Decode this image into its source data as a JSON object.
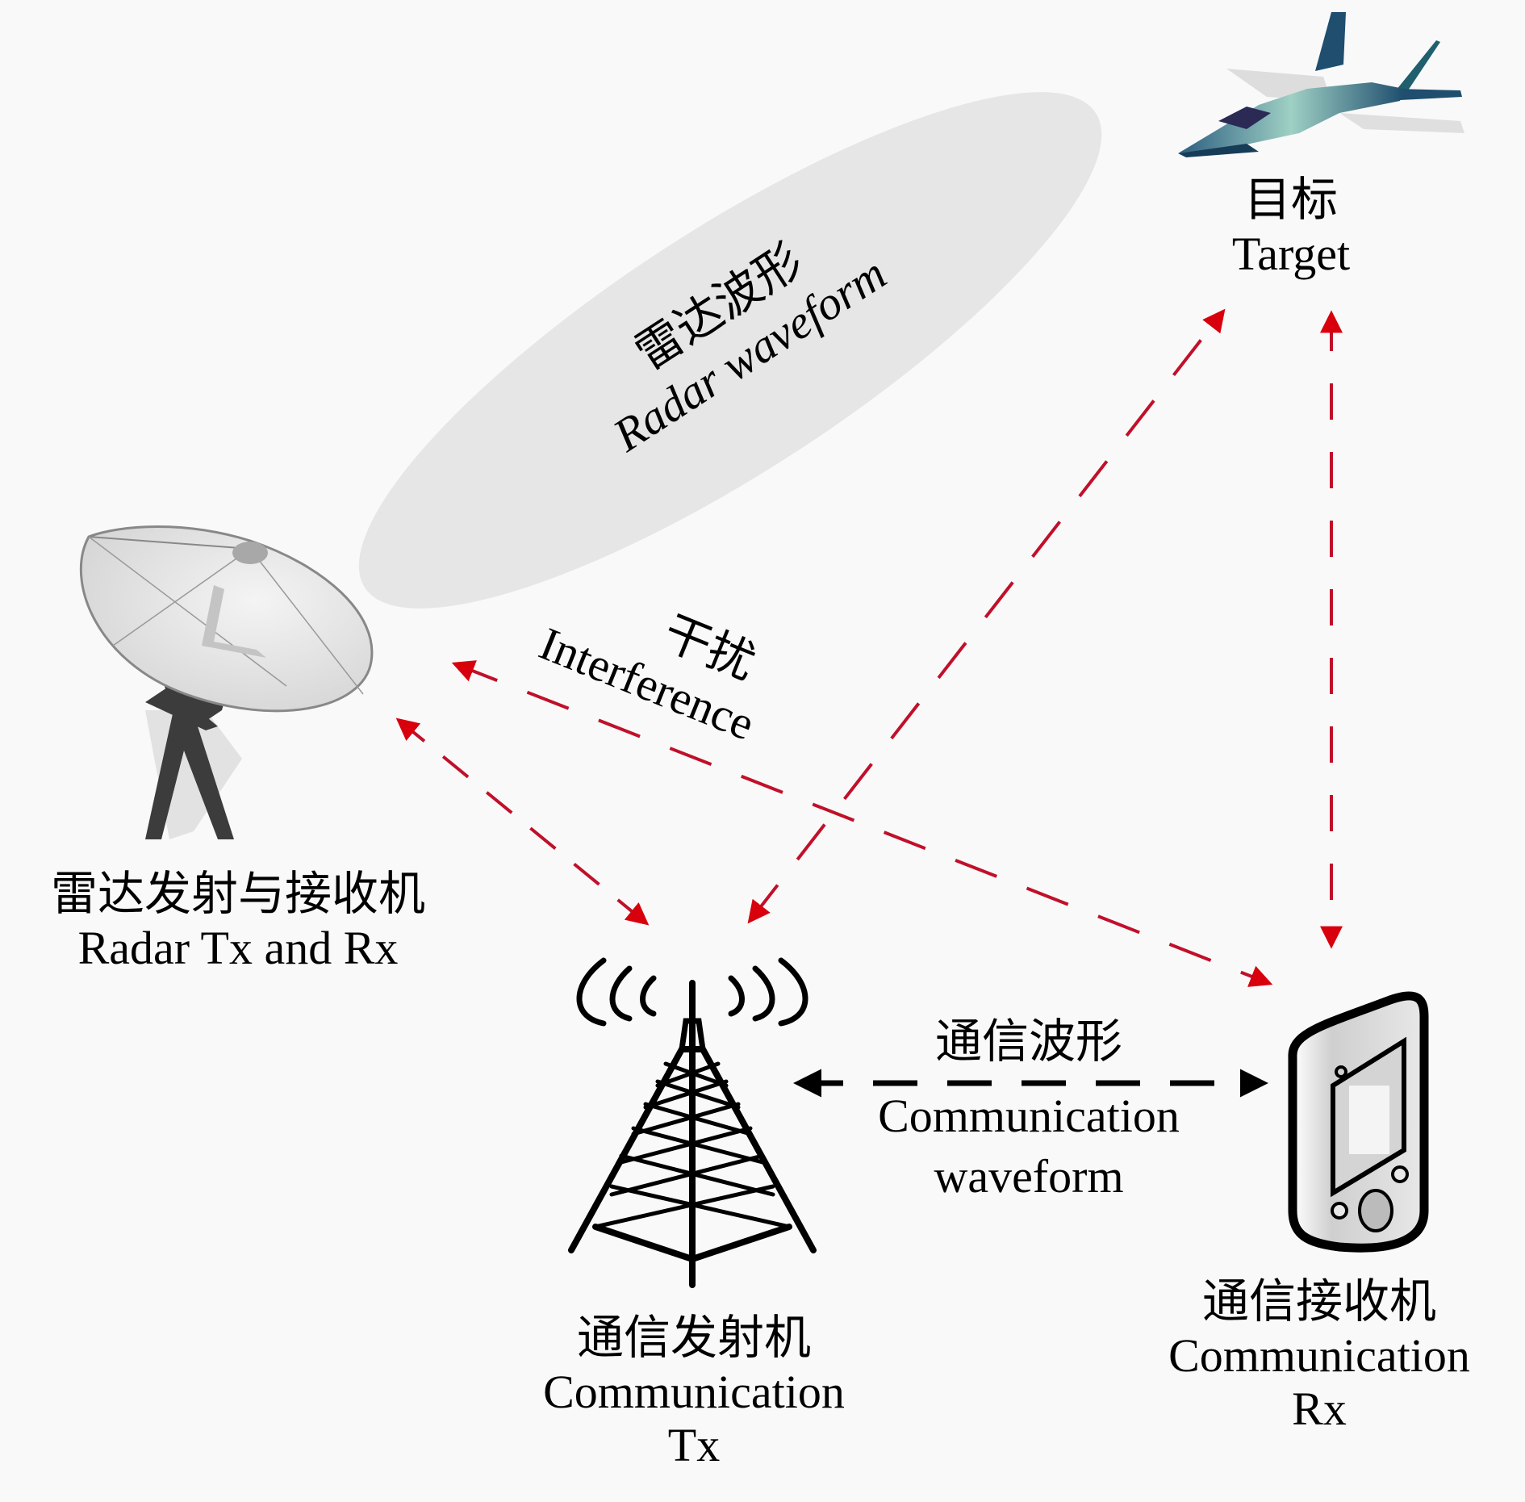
{
  "title": "Radar-communication coexistence scenario",
  "colors": {
    "background": "#f9f9f9",
    "interference_arrow": "#c0102a",
    "arrowhead_fill": "#d8000c",
    "comm_arrow": "#000000",
    "radar_beam": "#e6e6e6",
    "jet_body": "#1f4e6e"
  },
  "nodes": {
    "target": {
      "cn": "目标",
      "en": "Target",
      "icon": "fighter-jet-icon"
    },
    "radar": {
      "cn": "雷达发射与接收机",
      "en": "Radar Tx and Rx",
      "icon": "radar-dish-icon"
    },
    "comm_tx": {
      "cn": "通信发射机",
      "en_line1": "Communication",
      "en_line2": "Tx",
      "icon": "cell-tower-icon"
    },
    "comm_rx": {
      "cn": "通信接收机",
      "en_line1": "Communication",
      "en_line2": "Rx",
      "icon": "handheld-device-icon"
    }
  },
  "links": {
    "radar_waveform": {
      "cn": "雷达波形",
      "en": "Radar waveform"
    },
    "interference": {
      "cn": "干扰",
      "en": "Interference"
    },
    "comm_waveform": {
      "cn": "通信波形",
      "en_line1": "Communication",
      "en_line2": "waveform"
    }
  }
}
